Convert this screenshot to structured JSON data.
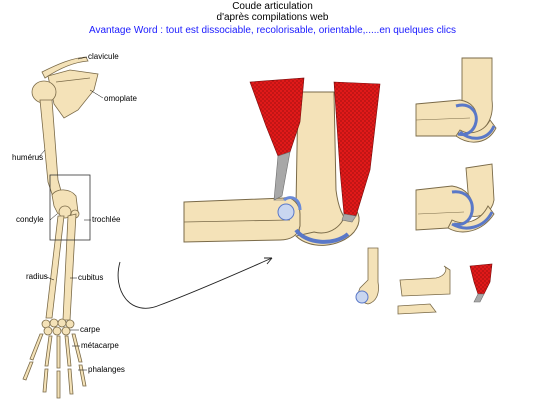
{
  "title": {
    "line1": "Coude articulation",
    "line2": "d'après compilations web",
    "line3": "Avantage Word : tout est dissociable, recolorisable, orientable,.....en quelques clics"
  },
  "labels": {
    "clavicule": "clavicule",
    "omoplate": "omoplate",
    "humerus": "humérus",
    "condyle": "condyle",
    "trochlee": "trochlée",
    "radius": "radius",
    "cubitus": "cubitus",
    "carpe": "carpe",
    "metacarpe": "métacarpe",
    "phalanges": "phalanges"
  },
  "colors": {
    "bone": "#f4e2b8",
    "bone_outline": "#8a7a58",
    "muscle": "#e01919",
    "cartilage": "#5a78c8",
    "tendon": "#a8a8a8",
    "subtitle": "#1a1aff"
  }
}
